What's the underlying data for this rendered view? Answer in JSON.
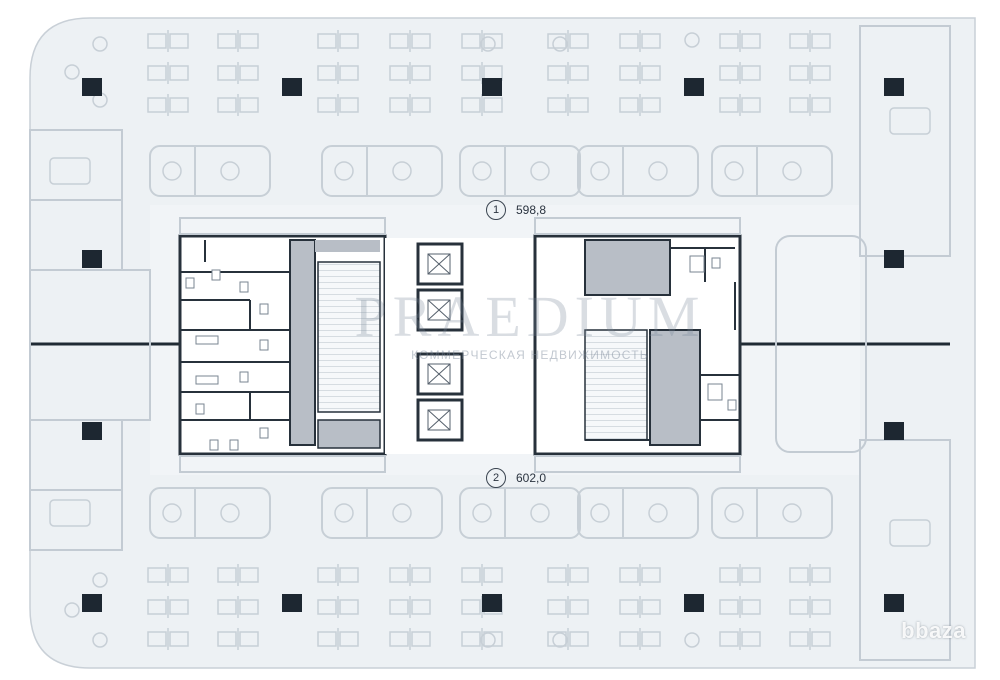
{
  "plan": {
    "zones": [
      {
        "num": "1",
        "area": "598,8"
      },
      {
        "num": "2",
        "area": "602,0"
      }
    ]
  },
  "watermark": {
    "name": "PRAEDIUM",
    "subtitle": "КОММЕРЧЕСКАЯ НЕДВИЖИМОСТЬ"
  },
  "branding": {
    "site": "bbaza"
  },
  "colors": {
    "floor": "#edf1f4",
    "wall": "#27313b",
    "furniture": "#c7cfd6",
    "column": "#1d2731",
    "core_fill": "#b8bec6",
    "light_wall": "#d7dde3"
  },
  "icons": {
    "elevator": "elevator-icon",
    "stairs": "stairs-icon",
    "column": "column-icon"
  }
}
